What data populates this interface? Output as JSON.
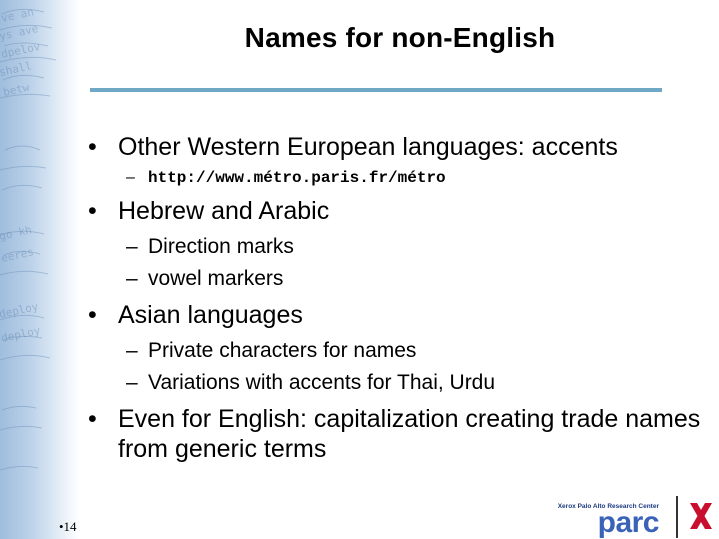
{
  "slide": {
    "title": "Names for non-English",
    "bullets": [
      {
        "text": "Other Western European languages: accents",
        "sub": [
          {
            "text": "http://www.métro.paris.fr/métro",
            "style": "code"
          }
        ]
      },
      {
        "text": "Hebrew and Arabic",
        "sub": [
          {
            "text": "Direction marks"
          },
          {
            "text": "vowel markers"
          }
        ]
      },
      {
        "text": "Asian languages",
        "sub": [
          {
            "text": "Private characters for names"
          },
          {
            "text": "Variations with accents for Thai, Urdu"
          }
        ]
      },
      {
        "text": "Even for English: capitalization creating trade names from generic terms",
        "sub": []
      }
    ],
    "bullet_marker": "•",
    "sub_marker": "–",
    "page_number": "•14"
  },
  "logo": {
    "org_name": "Xerox Palo Alto Research Center",
    "wordmark": "parc",
    "brand_icon": "xerox-x-icon"
  },
  "colors": {
    "rule": "#6fa7c4",
    "parc_blue": "#3a63b8",
    "xerox_red": "#c8102e",
    "sidebar_blue": "#9fbddd"
  }
}
